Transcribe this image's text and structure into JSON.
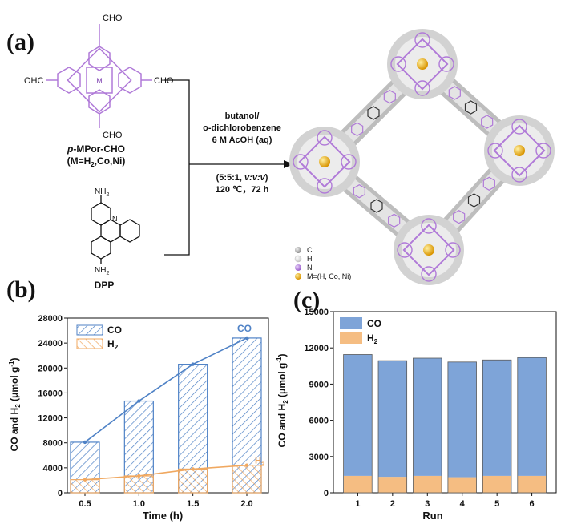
{
  "panels": {
    "a": "(a)",
    "b": "(b)",
    "c": "(c)"
  },
  "scheme": {
    "porphyrin": {
      "cho_label": "CHO",
      "ohc_label": "OHC",
      "metal_label": "M",
      "name_prefix": "p",
      "name_rest": "-MPor-CHO",
      "metals": "(M=H",
      "metals_sub": "2",
      "metals_rest": ",Co,Ni)"
    },
    "amine": {
      "nh2_label": "NH",
      "nh2_sub": "2",
      "n_label": "N",
      "name": "DPP"
    },
    "conditions": {
      "line1": "butanol/",
      "line2": "o-dichlorobenzene",
      "line3": "6 M AcOH (aq)",
      "ratio_open": "(5:5:1, ",
      "ratio_unit": "v:v:v",
      "ratio_close": ")",
      "temp_time": "120 ℃，72 h"
    },
    "legend": {
      "c": "C",
      "h": "H",
      "n": "N",
      "m": "M=(H, Co, Ni)"
    },
    "colors": {
      "porphyrin": "#b07ad8",
      "atom_c": "#9a9a9a",
      "atom_h": "#e8e8e8",
      "atom_n": "#b07ad8",
      "atom_m": "#f0b000"
    }
  },
  "chart_data": [
    {
      "type": "bar",
      "panel": "(b)",
      "categories": [
        "0.5",
        "1.0",
        "1.5",
        "2.0"
      ],
      "series": [
        {
          "name": "CO",
          "values": [
            8100,
            14700,
            20600,
            24800
          ],
          "color": "#4f82c6",
          "trend_label": "CO"
        },
        {
          "name": "H2",
          "values": [
            2100,
            2700,
            3800,
            4400
          ],
          "color": "#f0a860",
          "trend_label": "H2"
        }
      ],
      "xlabel": "Time (h)",
      "ylabel_parts": [
        "CO and H",
        "2",
        " (μmol g",
        "-1",
        ")"
      ],
      "ylim": [
        0,
        28000
      ],
      "yticks": [
        "0",
        "4000",
        "8000",
        "12000",
        "16000",
        "20000",
        "24000",
        "28000"
      ],
      "legend": [
        "CO",
        "H2"
      ],
      "legend_position": "top-left",
      "style": "hatched bars with trend lines"
    },
    {
      "type": "bar",
      "panel": "(c)",
      "stacked": true,
      "categories": [
        "1",
        "2",
        "3",
        "4",
        "5",
        "6"
      ],
      "series": [
        {
          "name": "CO",
          "values": [
            10050,
            9620,
            9750,
            9540,
            9600,
            9800
          ],
          "color": "#7ea4d8"
        },
        {
          "name": "H2",
          "values": [
            1400,
            1320,
            1400,
            1290,
            1400,
            1400
          ],
          "color": "#f5bd82"
        }
      ],
      "xlabel": "Run",
      "ylabel_parts": [
        "CO and H",
        "2",
        " (μmol g",
        "-1",
        ")"
      ],
      "ylim": [
        0,
        15000
      ],
      "yticks": [
        "0",
        "3000",
        "6000",
        "9000",
        "12000",
        "15000"
      ],
      "legend": [
        "CO",
        "H2"
      ],
      "legend_position": "top-left"
    }
  ]
}
